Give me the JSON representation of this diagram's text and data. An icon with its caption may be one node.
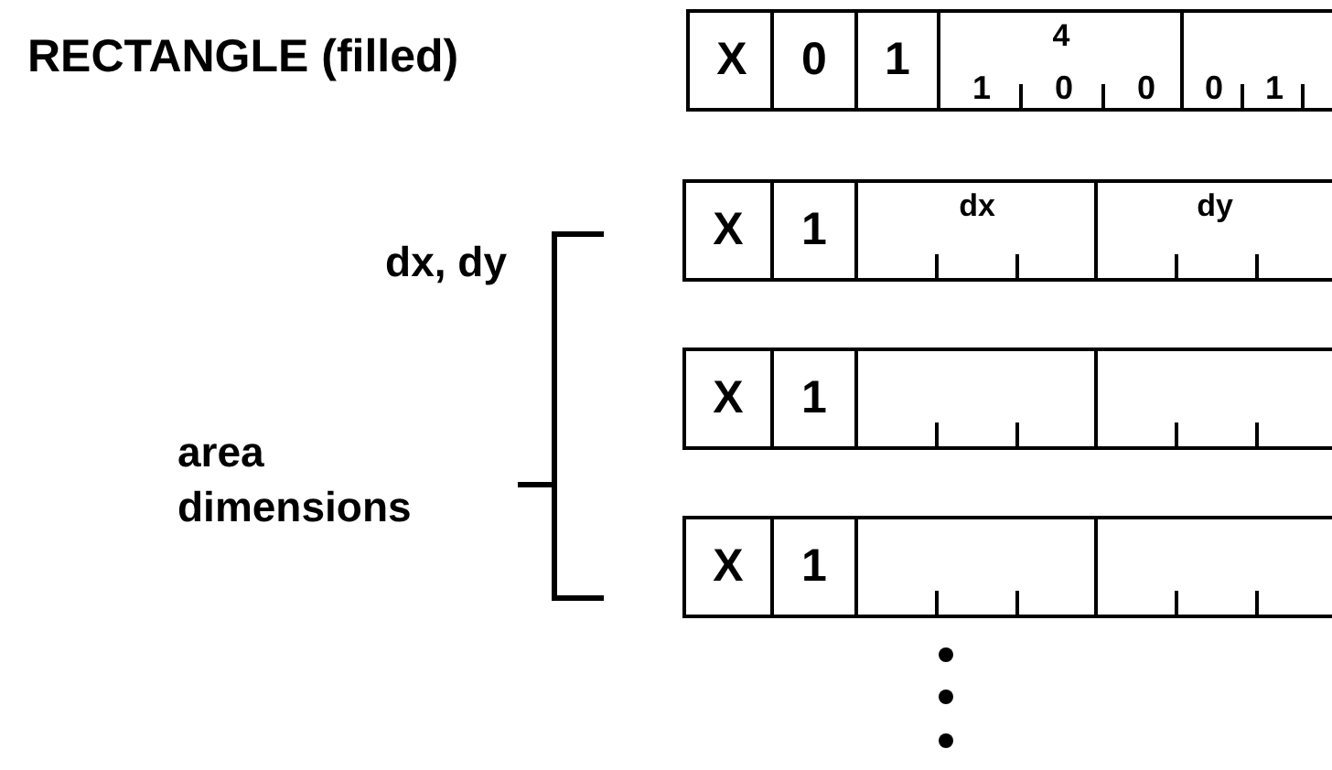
{
  "diagram": {
    "title": "RECTANGLE (filled)",
    "nodes": [
      {
        "text": [
          "X"
        ]
      },
      {
        "text": [
          "0"
        ]
      },
      {
        "text": [
          "1"
        ]
      },
      {
        "text": [
          "4",
          "1",
          "0",
          "0"
        ]
      },
      {
        "text": [
          "0",
          "1"
        ]
      },
      {
        "text": [
          "X"
        ]
      },
      {
        "text": [
          "1"
        ]
      },
      {
        "text": [
          "dx"
        ]
      },
      {
        "text": [
          "dy"
        ]
      },
      {
        "text": [
          "X"
        ]
      },
      {
        "text": [
          "1"
        ]
      },
      {
        "text": [],
        "shape": "box"
      },
      {
        "text": [],
        "shape": "box"
      },
      {
        "text": [
          "X"
        ]
      },
      {
        "text": [
          "1"
        ]
      },
      {
        "text": [],
        "shape": "box"
      },
      {
        "text": [],
        "shape": "box"
      }
    ],
    "labels": [
      "dx, dy",
      "area dimensions"
    ]
  }
}
